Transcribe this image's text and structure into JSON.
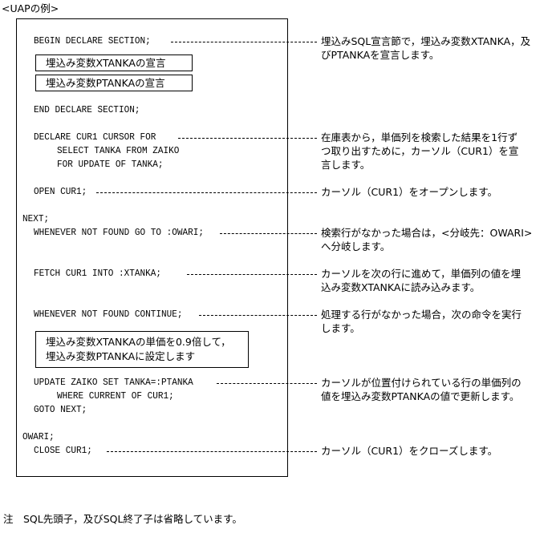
{
  "title": "<UAPの例>",
  "code": {
    "begin_declare": "BEGIN DECLARE SECTION;",
    "decl_xtanka": "埋込み変数XTANKAの宣言",
    "decl_ptanka": "埋込み変数PTANKAの宣言",
    "end_declare": "END DECLARE SECTION;",
    "declare_cursor": "DECLARE CUR1 CURSOR FOR",
    "select_line": "SELECT TANKA FROM ZAIKO",
    "for_update_line": "FOR UPDATE OF TANKA;",
    "open_cursor": "OPEN CUR1;",
    "label_next": "NEXT;",
    "whenever_goto": "WHENEVER NOT FOUND GO TO :OWARI;",
    "fetch": "FETCH CUR1 INTO :XTANKA;",
    "whenever_continue": "WHENEVER NOT FOUND CONTINUE;",
    "calc_line1": "埋込み変数XTANKAの単価を0.9倍して，",
    "calc_line2": "埋込み変数PTANKAに設定します",
    "update_line": "UPDATE ZAIKO SET TANKA=:PTANKA",
    "where_line": "WHERE CURRENT OF CUR1;",
    "goto_next": "GOTO NEXT;",
    "label_owari": "OWARI;",
    "close_cursor": "CLOSE CUR1;"
  },
  "descriptions": {
    "declare_section": [
      "埋込みSQL宣言節で，埋込み変数XTANKA，及",
      "びPTANKAを宣言します。"
    ],
    "declare_cursor": [
      "在庫表から，単価列を検索した結果を1行ず",
      "つ取り出すために，カーソル（CUR1）を宣",
      "言します。"
    ],
    "open_cursor": [
      "カーソル（CUR1）をオープンします。"
    ],
    "whenever_goto": [
      "検索行がなかった場合は，<分岐先：OWARI>",
      "へ分岐します。"
    ],
    "fetch": [
      "カーソルを次の行に進めて，単価列の値を埋",
      "込み変数XTANKAに読み込みます。"
    ],
    "whenever_continue": [
      "処理する行がなかった場合，次の命令を実行",
      "します。"
    ],
    "update": [
      "カーソルが位置付けられている行の単価列の",
      "値を埋込み変数PTANKAの値で更新します。"
    ],
    "close_cursor": [
      "カーソル（CUR1）をクローズします。"
    ]
  },
  "note": "注　SQL先頭子，及びSQL終了子は省略しています。"
}
